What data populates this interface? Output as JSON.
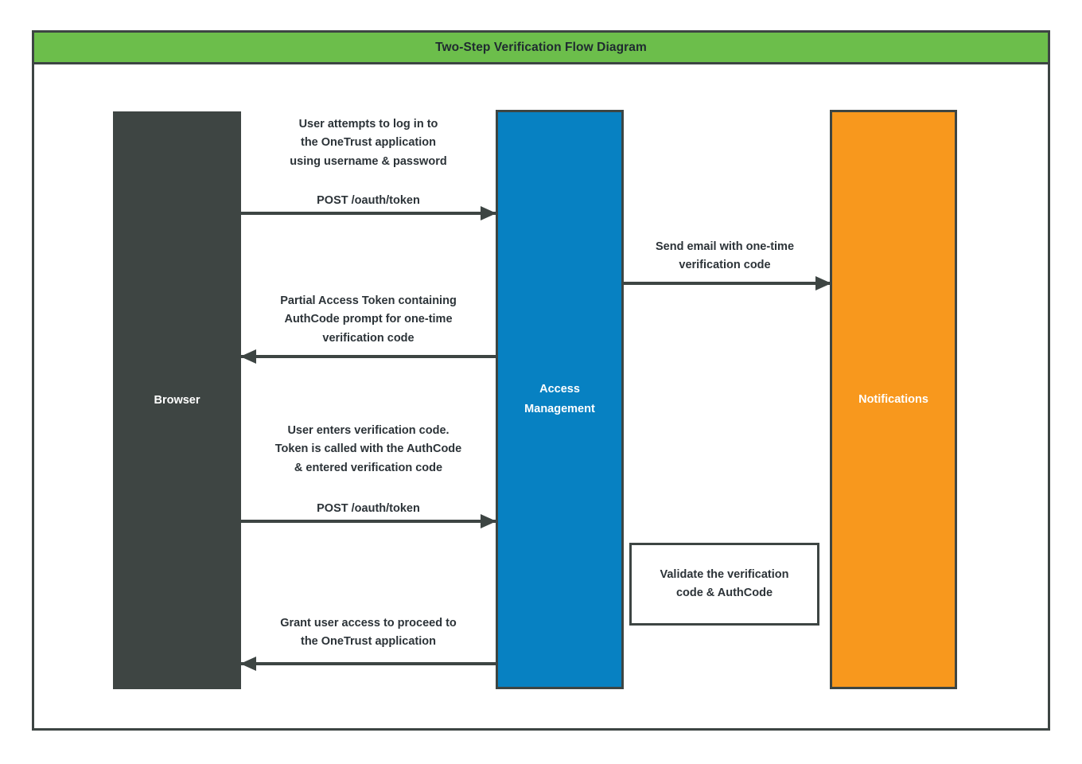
{
  "diagram": {
    "title": "Two-Step Verification Flow Diagram",
    "title_band_color": "#6cbe4b",
    "frame_border_color": "#3d4543",
    "background_color": "#ffffff"
  },
  "participants": [
    {
      "id": "browser",
      "label": "Browser",
      "color": "#3e4543",
      "text_color": "#ffffff"
    },
    {
      "id": "access-management",
      "label": "Access\nManagement",
      "color": "#0781c2",
      "text_color": "#ffffff"
    },
    {
      "id": "notifications",
      "label": "Notifications",
      "color": "#f8981d",
      "text_color": "#ffffff"
    }
  ],
  "messages": [
    {
      "id": "login-attempt",
      "from": "browser",
      "to": "access-management",
      "direction": "right",
      "description": "User attempts to log in to\nthe OneTrust application\nusing username & password",
      "call": "POST /oauth/token"
    },
    {
      "id": "send-email",
      "from": "access-management",
      "to": "notifications",
      "direction": "right",
      "description": "Send email with one-time\nverification code",
      "call": ""
    },
    {
      "id": "partial-access-token",
      "from": "access-management",
      "to": "browser",
      "direction": "left",
      "description": "Partial Access Token containing\nAuthCode prompt for one-time\nverification code",
      "call": ""
    },
    {
      "id": "enter-verification-code",
      "from": "browser",
      "to": "access-management",
      "direction": "right",
      "description": "User enters verification code.\nToken is called with the AuthCode\n& entered verification code",
      "call": "POST /oauth/token"
    },
    {
      "id": "grant-access",
      "from": "access-management",
      "to": "browser",
      "direction": "left",
      "description": "Grant user access to proceed to\nthe OneTrust application",
      "call": ""
    }
  ],
  "notes": [
    {
      "id": "validate-note",
      "text": "Validate the verification\ncode & AuthCode"
    }
  ]
}
